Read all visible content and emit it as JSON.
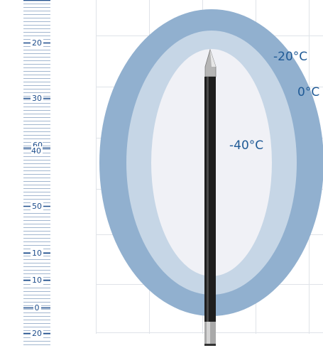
{
  "ruler": {
    "labels": [
      "20",
      "30",
      "60\n40",
      "50",
      "10",
      "10",
      "0",
      "20"
    ]
  },
  "zones": {
    "outer_label": "0°C",
    "middle_label": "-20°C",
    "inner_label": "-40°C"
  },
  "colors": {
    "outer_zone": "#91b0cf",
    "middle_zone": "#c6d6e6",
    "inner_zone": "#f0f1f6",
    "label_text": "#1f5a96",
    "ruler_ink": "#1f4e8c",
    "grid_line": "#dfe3e8",
    "probe_body": "#1e1e1e",
    "probe_metal": "#a9a9a9"
  }
}
